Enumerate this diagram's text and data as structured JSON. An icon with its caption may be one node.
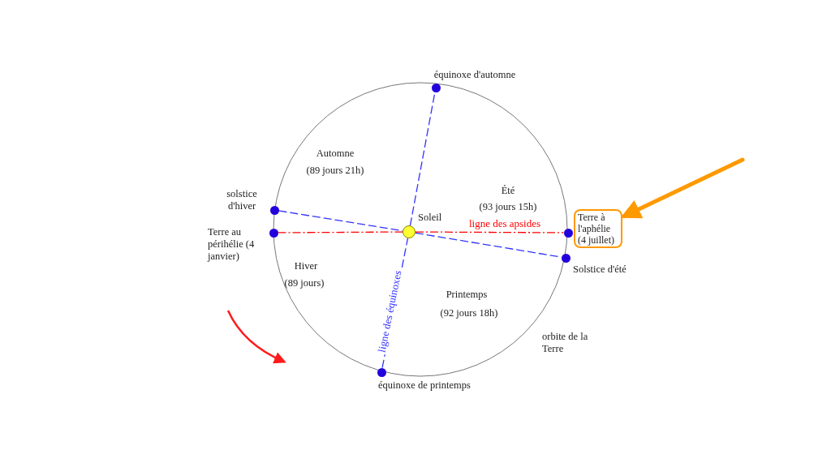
{
  "diagram": {
    "nodes": [
      {
        "text": [],
        "shape": "circle",
        "beside": [
          "équinoxe d'automne"
        ]
      },
      {
        "text": [],
        "shape": "circle",
        "beside": [
          "solstice d'hiver"
        ]
      },
      {
        "text": [],
        "shape": "circle",
        "beside": [
          "Terre au périhélie (4 janvier)"
        ]
      },
      {
        "text": [],
        "shape": "circle",
        "beside": [
          "Soleil"
        ]
      },
      {
        "text": [],
        "shape": "circle"
      },
      {
        "text": [
          "Terre à l'aphélie (4 juillet)"
        ]
      },
      {
        "text": [],
        "shape": "circle",
        "beside": [
          "Solstice d'été"
        ]
      },
      {
        "text": [],
        "shape": "circle",
        "beside": [
          "équinoxe de printemps"
        ]
      }
    ],
    "edges": [
      {
        "from": 7,
        "to": 3,
        "arrow": "none",
        "style": "dashed",
        "label": "ligne des équinoxes"
      },
      {
        "from": 3,
        "to": 0,
        "arrow": "none",
        "style": "dashed"
      },
      {
        "from": 1,
        "to": 3,
        "arrow": "none",
        "style": "dashed"
      },
      {
        "from": 3,
        "to": 6,
        "arrow": "none",
        "style": "dashed"
      },
      {
        "from": 2,
        "to": 3,
        "arrow": "none",
        "style": "dashed",
        "color": "#ff0000"
      },
      {
        "from": 3,
        "to": 4,
        "arrow": "none",
        "style": "dashed",
        "color": "#ff0000",
        "label": "ligne des apsides"
      },
      {
        "from": null,
        "to": 5,
        "arrow": "to",
        "style": "thick",
        "color": "#ff9900"
      }
    ],
    "labels": [
      "Automne",
      "(89 jours 21h)",
      "Été",
      "(93 jours 15h)",
      "Hiver",
      "(89 jours)",
      "Printemps",
      "(92 jours 18h)",
      "orbite de la Terre"
    ]
  }
}
